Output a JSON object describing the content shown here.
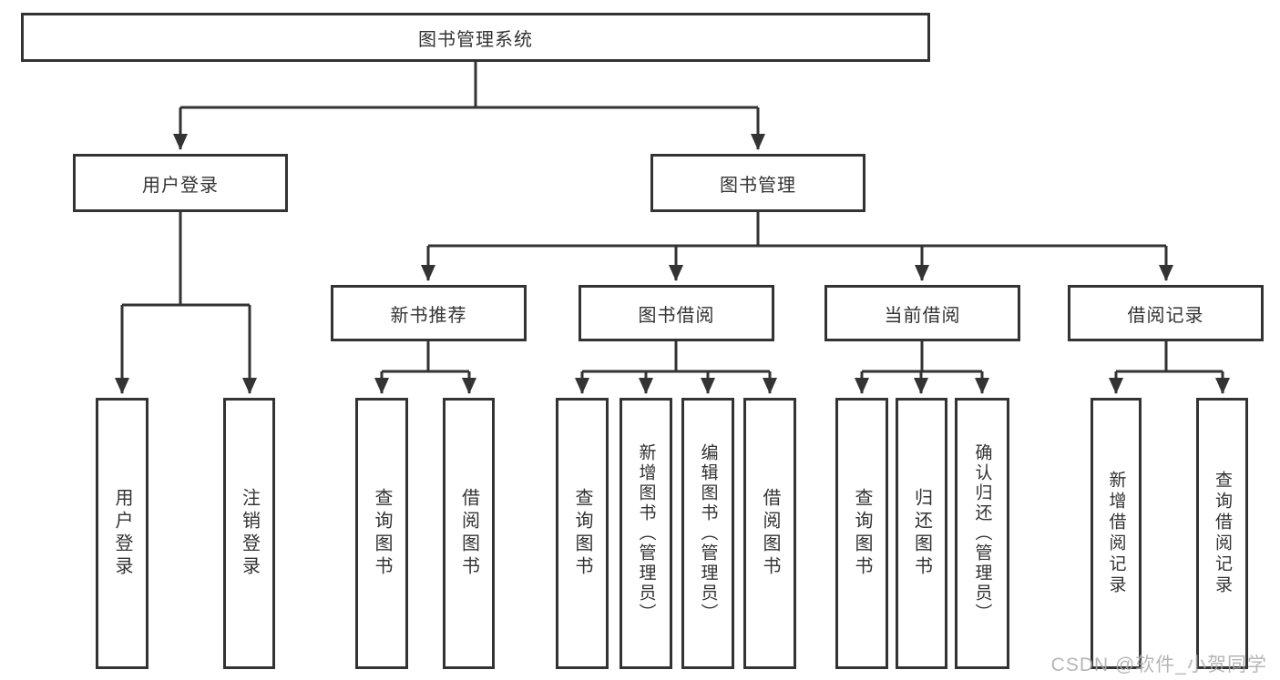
{
  "colors": {
    "line": "#333333",
    "box_border": "#333333",
    "box_fill": "#ffffff",
    "text": "#333333",
    "background": "#ffffff",
    "watermark_text": "#aaaaaa"
  },
  "watermark": {
    "text": "CSDN @软件_小贺同学"
  },
  "tree": {
    "root": {
      "label": "图书管理系统"
    },
    "branches": [
      {
        "label": "用户登录",
        "children": [
          {
            "label": "用户登录"
          },
          {
            "label": "注销登录"
          }
        ]
      },
      {
        "label": "图书管理",
        "children": [
          {
            "label": "新书推荐",
            "children": [
              {
                "label": "查询图书"
              },
              {
                "label": "借阅图书"
              }
            ]
          },
          {
            "label": "图书借阅",
            "children": [
              {
                "label": "查询图书"
              },
              {
                "label": "新增图书（管理员）"
              },
              {
                "label": "编辑图书（管理员）"
              },
              {
                "label": "借阅图书"
              }
            ]
          },
          {
            "label": "当前借阅",
            "children": [
              {
                "label": "查询图书"
              },
              {
                "label": "归还图书"
              },
              {
                "label": "确认归还（管理员）"
              }
            ]
          },
          {
            "label": "借阅记录",
            "children": [
              {
                "label": "新增借阅记录"
              },
              {
                "label": "查询借阅记录"
              }
            ]
          }
        ]
      }
    ]
  }
}
